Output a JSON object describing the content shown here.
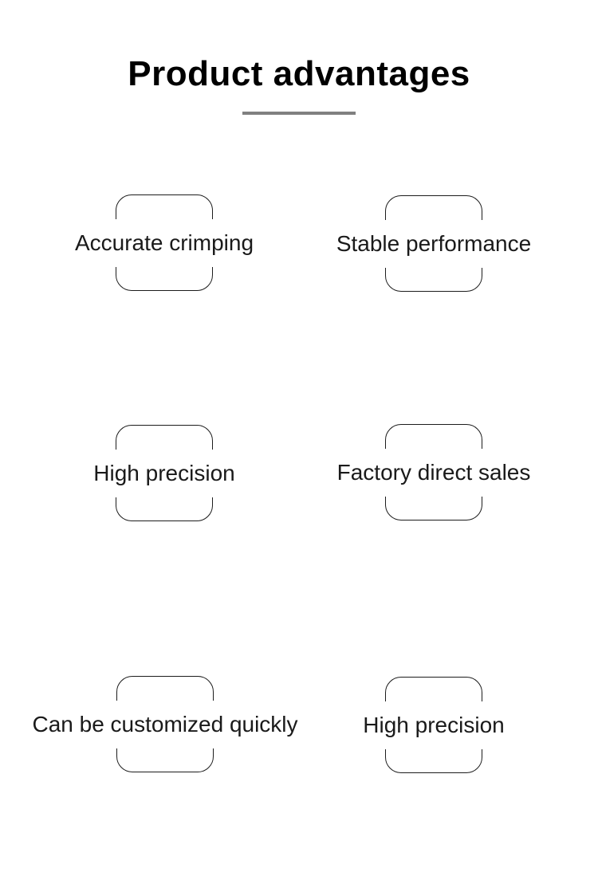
{
  "header": {
    "title": "Product advantages"
  },
  "advantages": [
    {
      "label": "Accurate crimping"
    },
    {
      "label": "Stable performance"
    },
    {
      "label": "High precision"
    },
    {
      "label": "Factory direct sales"
    },
    {
      "label": "Can be customized quickly"
    },
    {
      "label": "High precision"
    }
  ],
  "colors": {
    "background": "#ffffff",
    "title": "#000000",
    "divider": "#808080",
    "outline": "#1c1c1c",
    "label_text": "#1a1a1a"
  }
}
